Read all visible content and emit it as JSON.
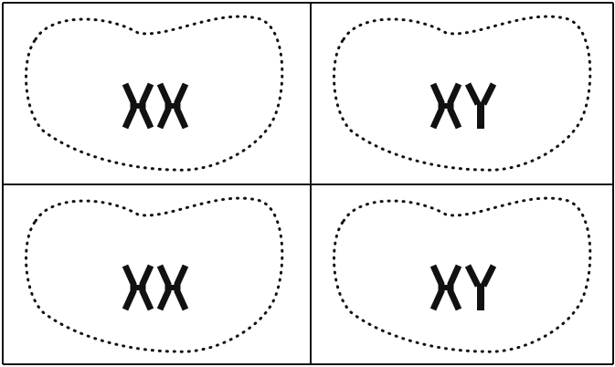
{
  "colors": {
    "background": "#ffffff",
    "ink": "#111111"
  },
  "diagram": {
    "cells": [
      {
        "label": "top-left-cell",
        "chromosomes": [
          "X",
          "X"
        ]
      },
      {
        "label": "top-right-cell",
        "chromosomes": [
          "X",
          "Y"
        ]
      },
      {
        "label": "bottom-left-cell",
        "chromosomes": [
          "X",
          "X"
        ]
      },
      {
        "label": "bottom-right-cell",
        "chromosomes": [
          "X",
          "Y"
        ]
      }
    ]
  }
}
